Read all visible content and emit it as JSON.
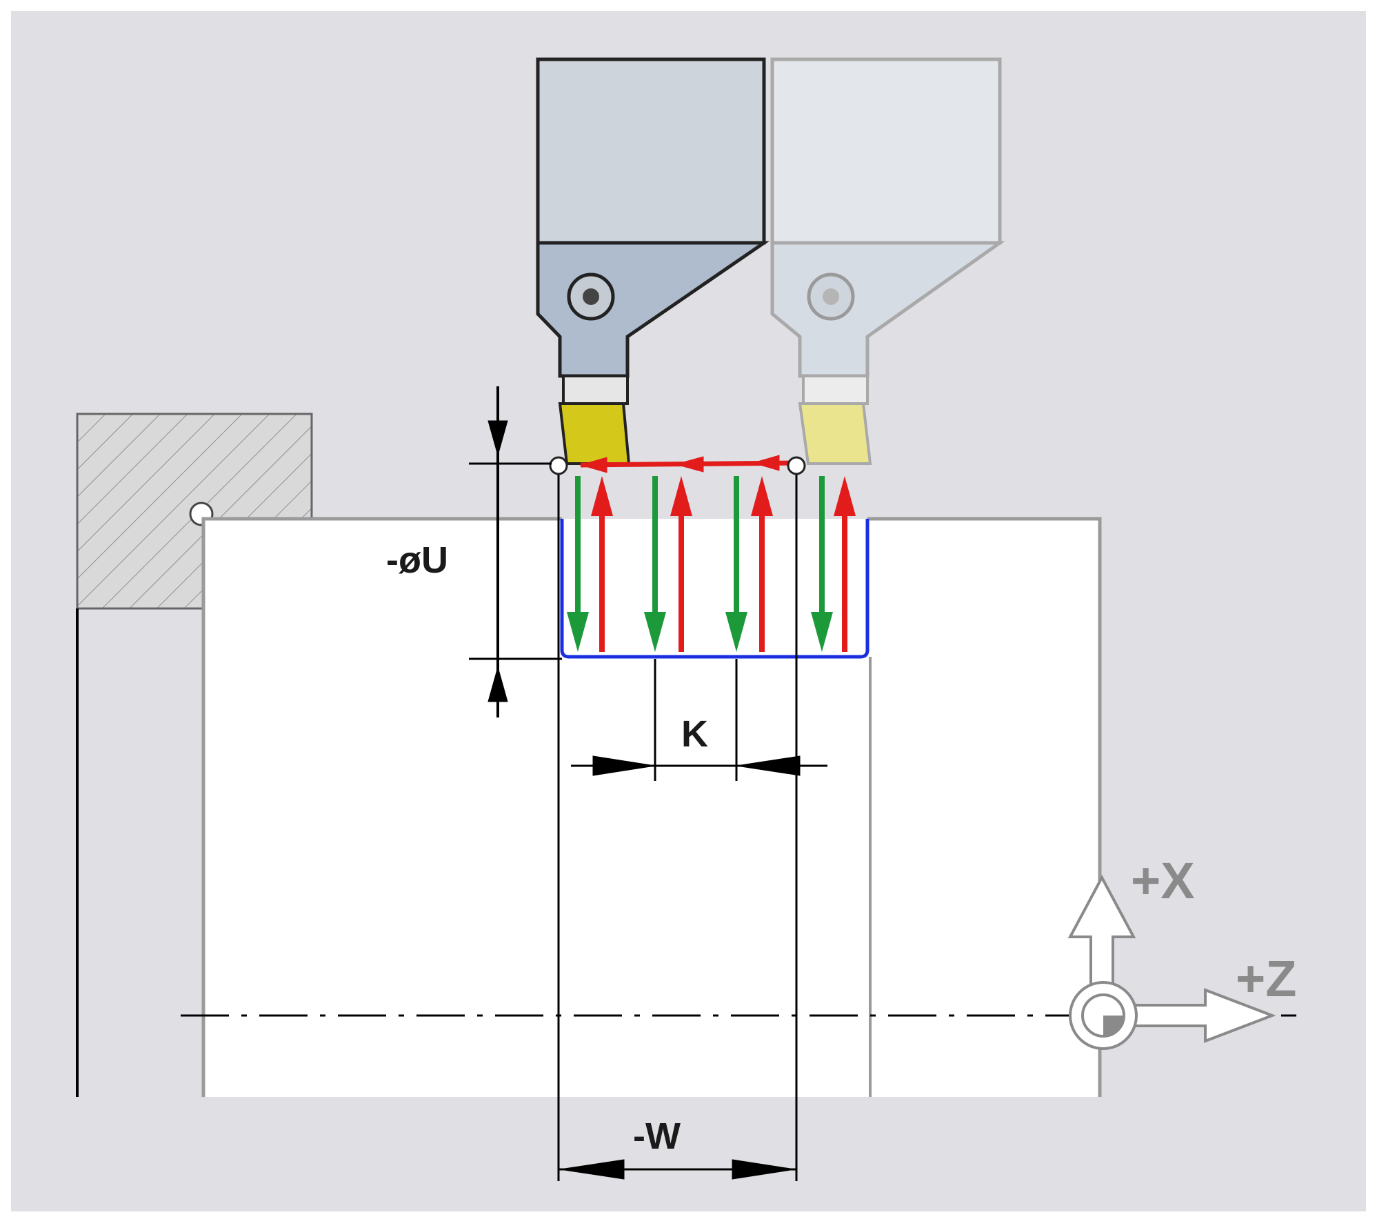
{
  "labels": {
    "diameter_u": "-øU",
    "k": "K",
    "w": "-W",
    "x_axis": "+X",
    "z_axis": "+Z"
  },
  "colors": {
    "background": "#e0dfe4",
    "workpiece": "#ffffff",
    "outline": "#9a9a9a",
    "hatch_fill": "#d9d9d9",
    "tool_body": "#cdd4dc",
    "tool_shank": "#aebccd",
    "tool_body_ghost": "#e3e6ea",
    "tool_shank_ghost": "#d6dce4",
    "insert": "#d4c91a",
    "insert_ghost": "#ebe48e",
    "plunge_arrow": "#1c9a3a",
    "retract_arrow": "#e21b1b",
    "groove_contour": "#1a2fe0",
    "dimension": "#000000",
    "label_text": "#1a1a1a",
    "axis_label": "#8a8a8a"
  }
}
